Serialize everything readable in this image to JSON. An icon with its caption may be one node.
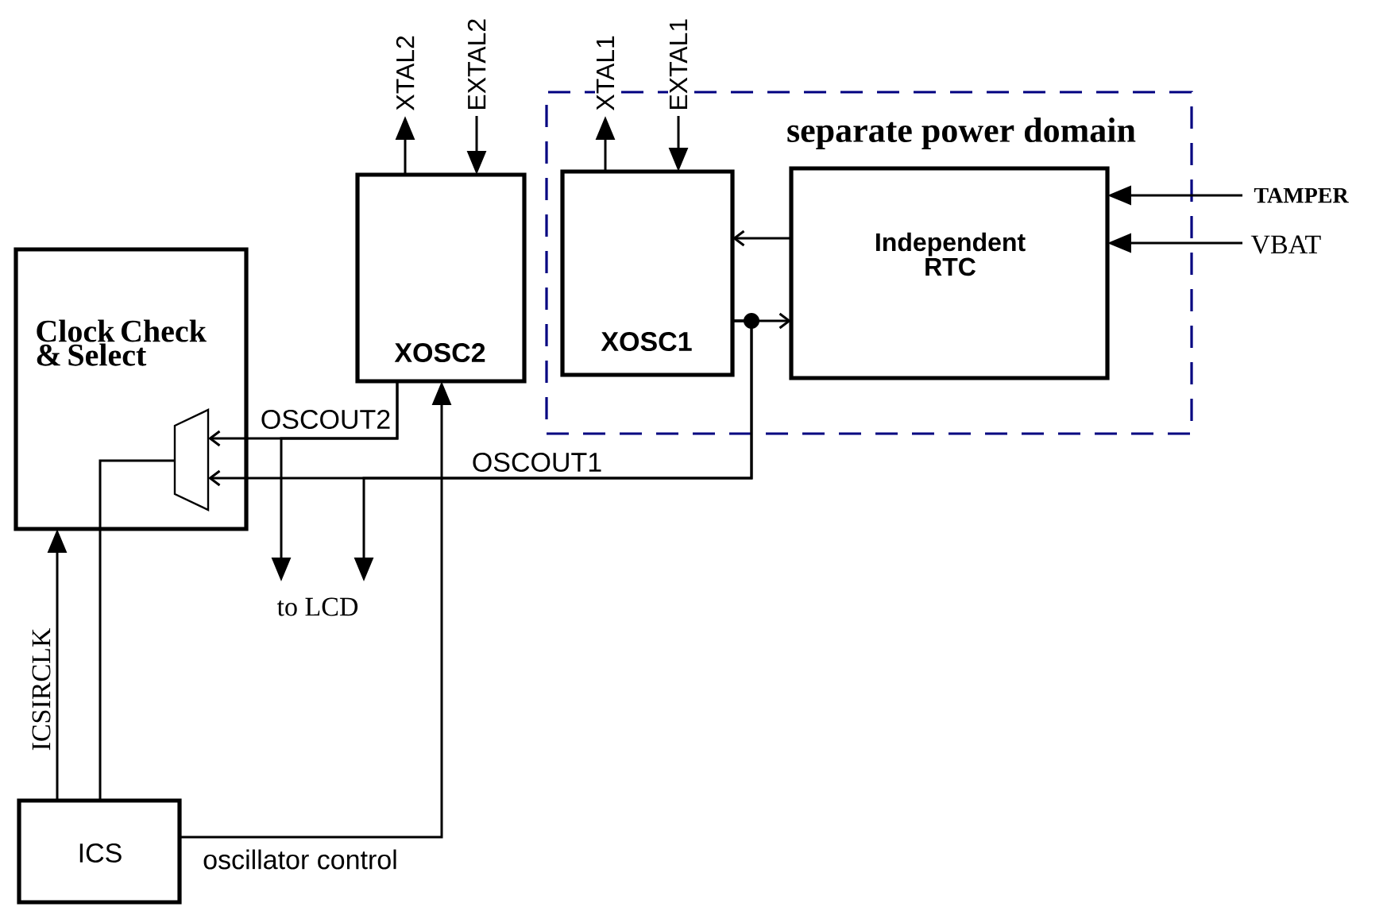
{
  "diagram": {
    "nodes": [
      {
        "text": [
          "Clock Check & Select"
        ]
      },
      {
        "text": [],
        "shape": "trapezoid",
        "in": 0
      },
      {
        "text": [
          "XOSC2"
        ]
      },
      {
        "text": [
          "separate power domain"
        ]
      },
      {
        "text": [
          "XOSC1"
        ],
        "in": 3
      },
      {
        "text": [
          "Independent RTC"
        ],
        "in": 3
      },
      {
        "text": [
          "ICS"
        ]
      }
    ],
    "edges": [
      {
        "from": 2,
        "to": null,
        "arrow": "to",
        "label": "XTAL2"
      },
      {
        "from": null,
        "to": 2,
        "arrow": "to",
        "label": "EXTAL2"
      },
      {
        "from": 4,
        "to": null,
        "arrow": "to",
        "label": "XTAL1"
      },
      {
        "from": null,
        "to": 4,
        "arrow": "to",
        "label": "EXTAL1"
      },
      {
        "from": null,
        "to": 5,
        "arrow": "to",
        "label": "TAMPER"
      },
      {
        "from": null,
        "to": 5,
        "arrow": "to",
        "label": "VBAT"
      },
      {
        "from": 5,
        "to": 4,
        "arrow": "to"
      },
      {
        "from": 4,
        "to": 5,
        "arrow": "to"
      },
      {
        "from": 4,
        "to": 1,
        "arrow": "to",
        "label": "OSCOUT1"
      },
      {
        "from": 2,
        "to": 1,
        "arrow": "to",
        "label": "OSCOUT2"
      },
      {
        "from": 2,
        "to": null,
        "arrow": "to"
      },
      {
        "from": 4,
        "to": null,
        "arrow": "to"
      },
      {
        "from": 6,
        "to": 0,
        "arrow": "to",
        "label": "ICSIRCLK"
      },
      {
        "from": 6,
        "to": 1,
        "arrow": "none"
      },
      {
        "from": 6,
        "to": 2,
        "arrow": "to",
        "label": "oscillator control"
      }
    ],
    "labels": [
      "to LCD"
    ]
  }
}
